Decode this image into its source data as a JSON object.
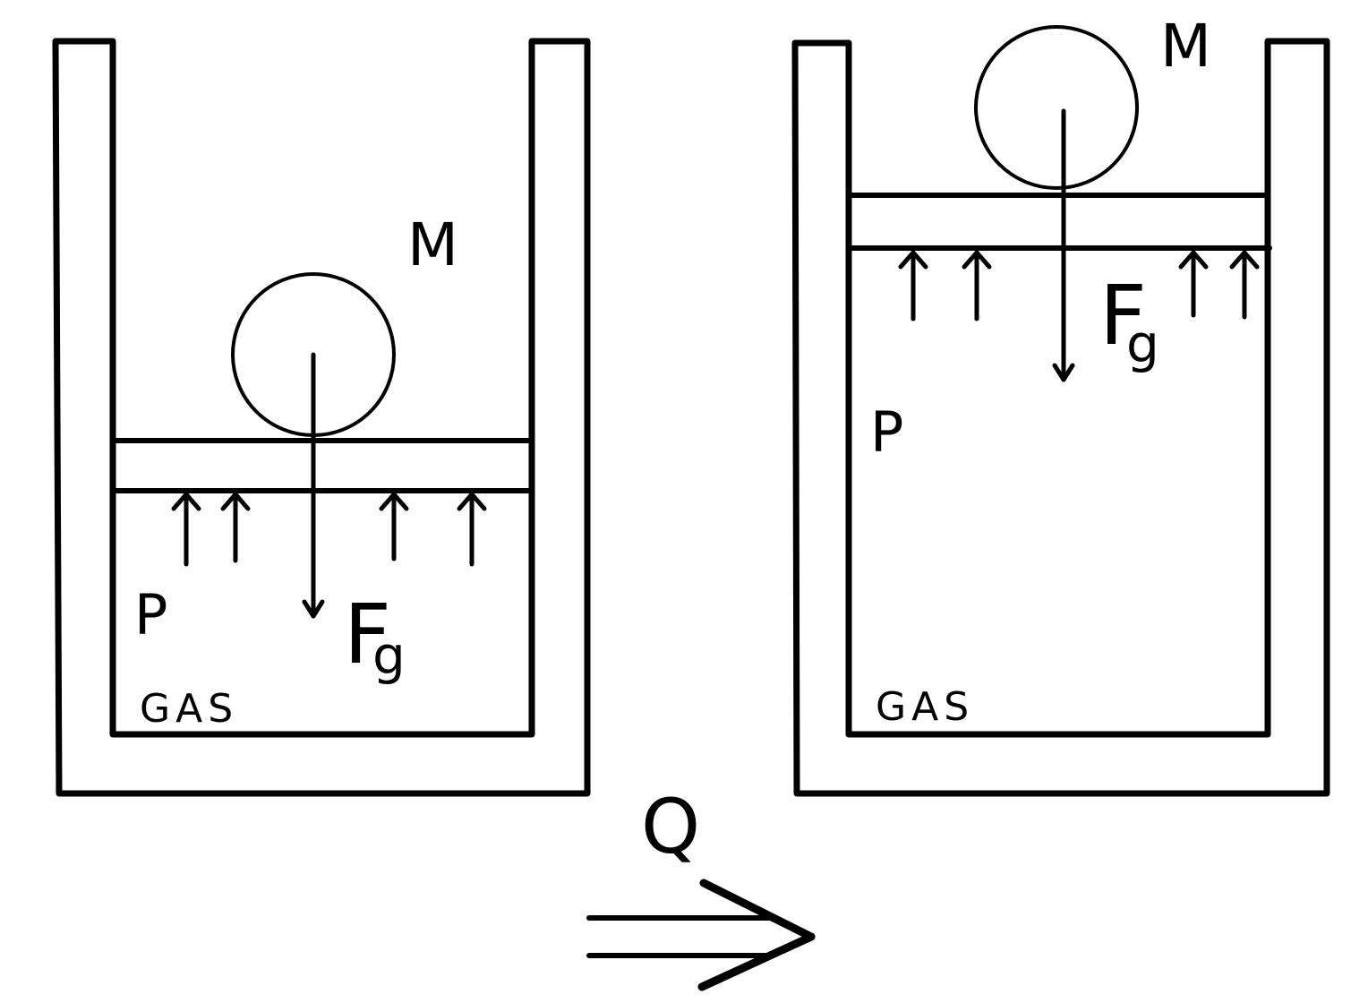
{
  "colors": {
    "ink": "#000000",
    "background": "#ffffff"
  },
  "left_panel": {
    "mass_label": "M",
    "pressure_label": "P",
    "force_label": "F",
    "force_subscript": "g",
    "gas_label": "GAS"
  },
  "right_panel": {
    "mass_label": "M",
    "pressure_label": "P",
    "force_label": "F",
    "force_subscript": "g",
    "gas_label": "GAS"
  },
  "heat_transfer": {
    "label": "Q",
    "arrow_icon": "double-arrow-right-icon"
  }
}
